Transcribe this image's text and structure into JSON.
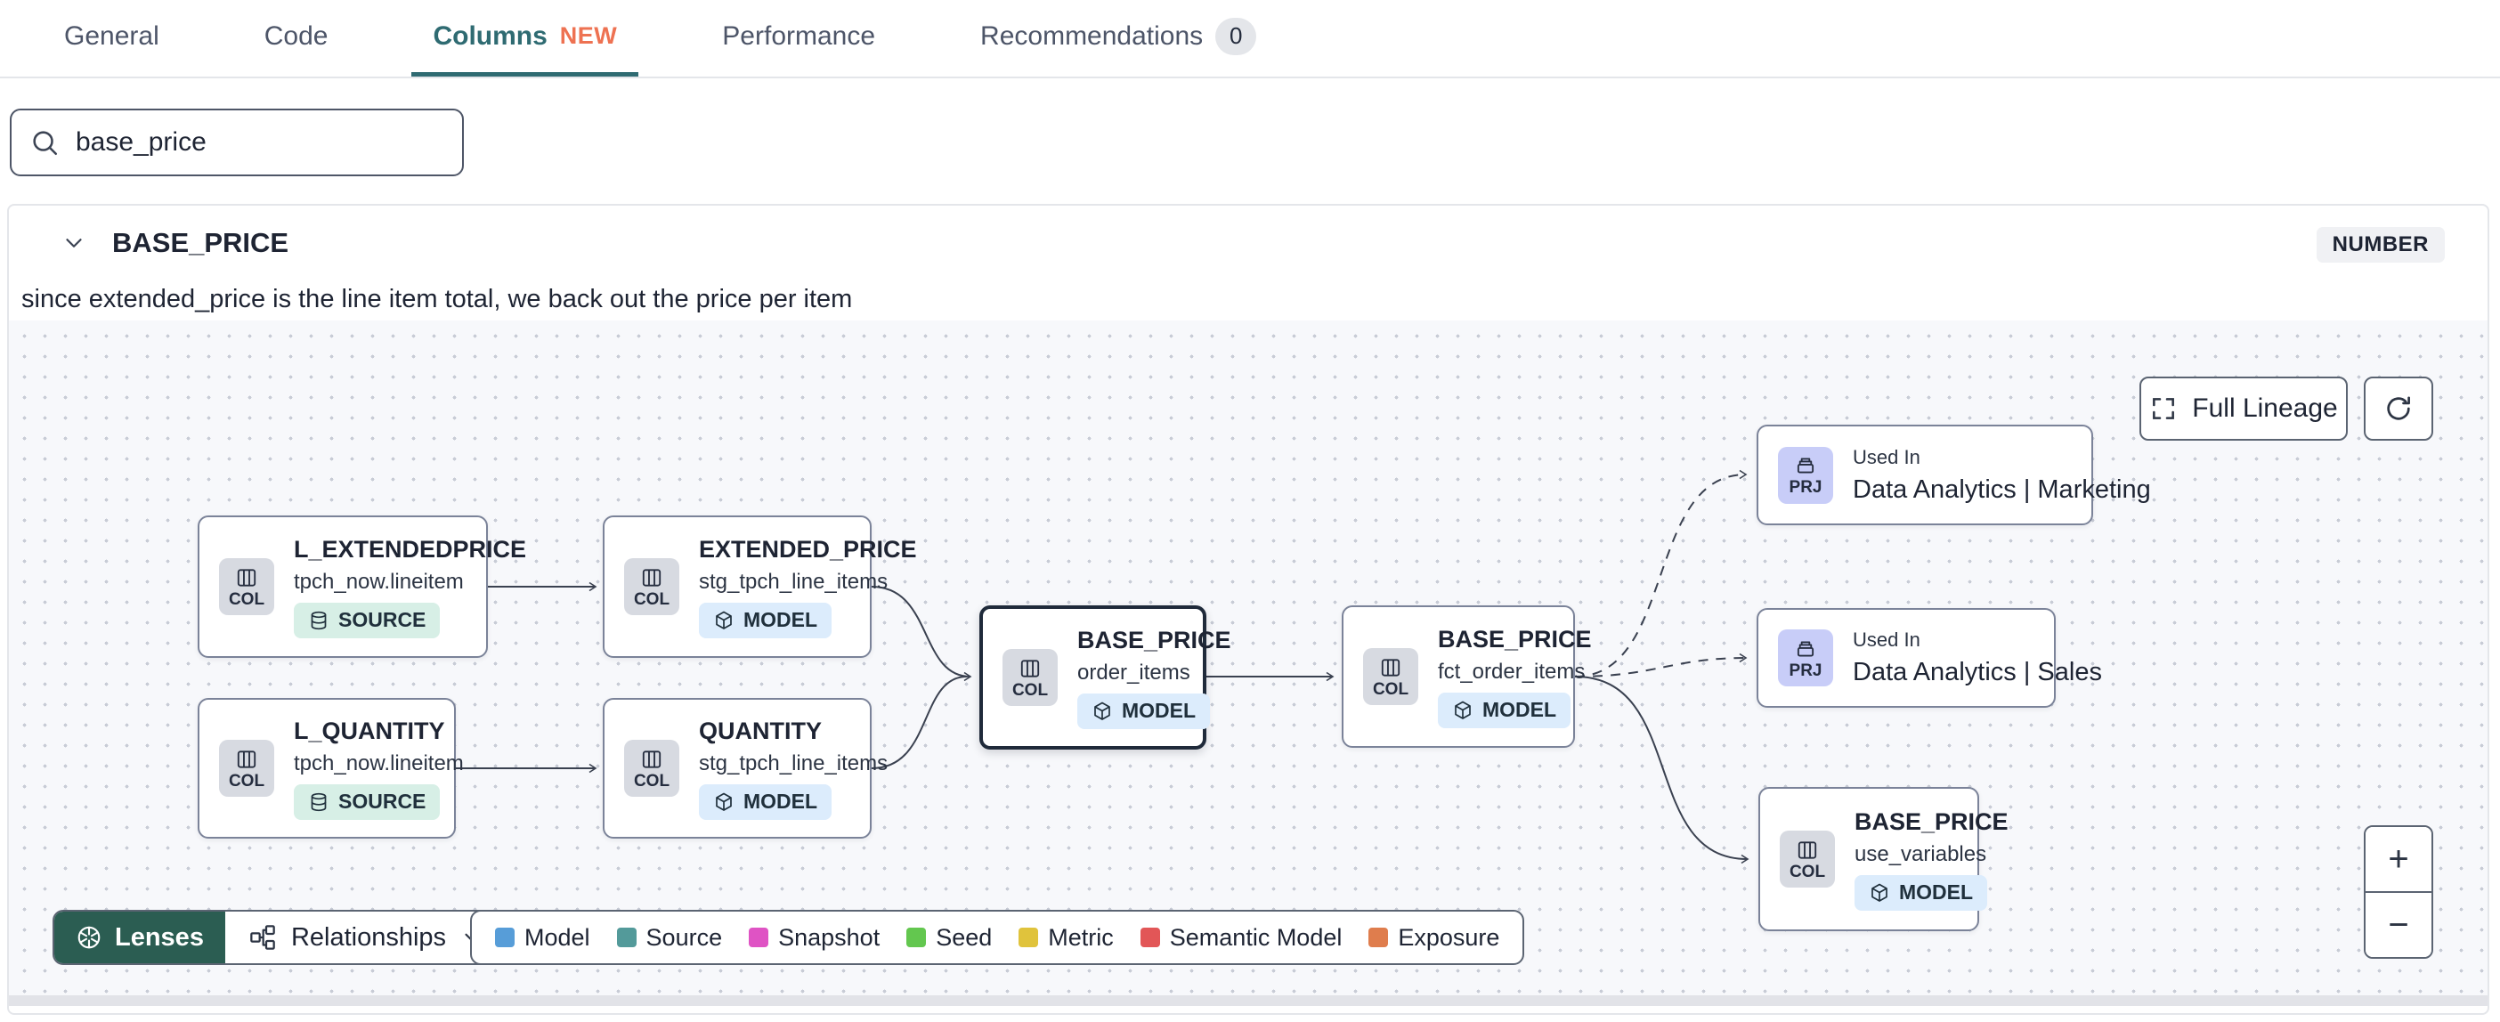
{
  "tabs": {
    "items": [
      {
        "label": "General"
      },
      {
        "label": "Code"
      },
      {
        "label": "Columns",
        "badge": "NEW"
      },
      {
        "label": "Performance"
      },
      {
        "label": "Recommendations",
        "count": "0"
      }
    ]
  },
  "search": {
    "value": "base_price"
  },
  "column": {
    "name": "BASE_PRICE",
    "type": "NUMBER",
    "description": "since extended_price is the line item total, we back out the price per item"
  },
  "lineage": {
    "controls": {
      "full_lineage": "Full Lineage",
      "zoom_in": "+",
      "zoom_out": "−"
    },
    "toolbar": {
      "lenses": "Lenses",
      "relationships": "Relationships"
    },
    "legend": {
      "items": [
        {
          "label": "Model",
          "color": "#579dd8"
        },
        {
          "label": "Source",
          "color": "#539a9a"
        },
        {
          "label": "Snapshot",
          "color": "#df53c4"
        },
        {
          "label": "Seed",
          "color": "#63c74f"
        },
        {
          "label": "Metric",
          "color": "#e0c33c"
        },
        {
          "label": "Semantic Model",
          "color": "#e25657"
        },
        {
          "label": "Exposure",
          "color": "#df7d4d"
        }
      ]
    },
    "nodes": [
      {
        "chip": "COL",
        "title": "L_EXTENDEDPRICE",
        "subtitle": "tpch_now.lineitem",
        "badge": "SOURCE"
      },
      {
        "chip": "COL",
        "title": "EXTENDED_PRICE",
        "subtitle": "stg_tpch_line_items",
        "badge": "MODEL"
      },
      {
        "chip": "COL",
        "title": "L_QUANTITY",
        "subtitle": "tpch_now.lineitem",
        "badge": "SOURCE"
      },
      {
        "chip": "COL",
        "title": "QUANTITY",
        "subtitle": "stg_tpch_line_items",
        "badge": "MODEL"
      },
      {
        "chip": "COL",
        "title": "BASE_PRICE",
        "subtitle": "order_items",
        "badge": "MODEL"
      },
      {
        "chip": "COL",
        "title": "BASE_PRICE",
        "subtitle": "fct_order_items",
        "badge": "MODEL"
      },
      {
        "chip": "PRJ",
        "label": "Used In",
        "title": "Data Analytics | Marketing"
      },
      {
        "chip": "PRJ",
        "label": "Used In",
        "title": "Data Analytics | Sales"
      },
      {
        "chip": "COL",
        "title": "BASE_PRICE",
        "subtitle": "use_variables",
        "badge": "MODEL"
      }
    ]
  }
}
